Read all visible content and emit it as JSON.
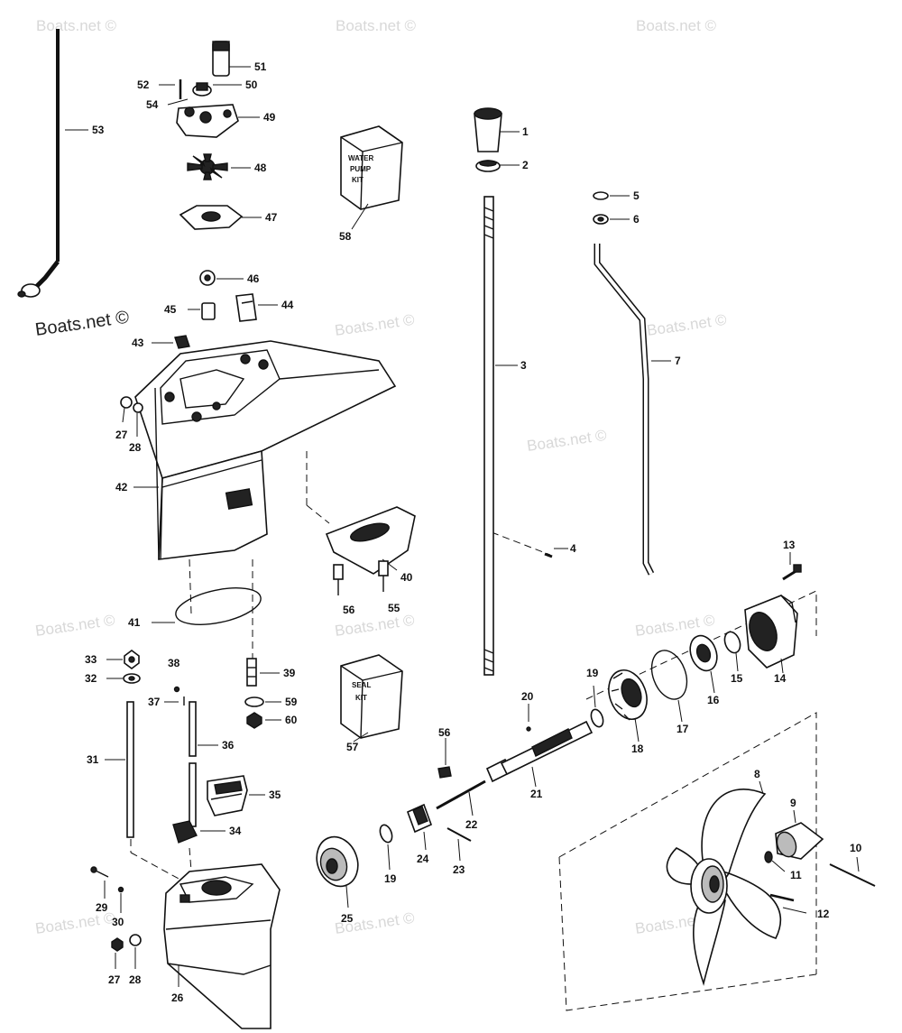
{
  "watermarks": [
    {
      "text": "Boats.net ©"
    },
    {
      "text": "Boats.net ©"
    },
    {
      "text": "Boats.net ©"
    },
    {
      "text": "Boats.net ©"
    },
    {
      "text": "Boats.net ©"
    },
    {
      "text": "Boats.net ©"
    },
    {
      "text": "Boats.net ©"
    },
    {
      "text": "Boats.net ©"
    },
    {
      "text": "Boats.net ©"
    },
    {
      "text": "Boats.net ©"
    },
    {
      "text": "Boats.net ©"
    },
    {
      "text": "Boats.net ©"
    },
    {
      "text": "Boats.net ©"
    }
  ],
  "water_pump_kit": {
    "line1": "WATER",
    "line2": "PUMP",
    "line3": "KIT"
  },
  "seal_kit": {
    "line1": "SEAL",
    "line2": "KIT"
  },
  "labels": {
    "p1": "1",
    "p2": "2",
    "p3": "3",
    "p4": "4",
    "p5": "5",
    "p6": "6",
    "p7": "7",
    "p8": "8",
    "p9": "9",
    "p10": "10",
    "p11": "11",
    "p12": "12",
    "p13": "13",
    "p14": "14",
    "p15": "15",
    "p16": "16",
    "p17": "17",
    "p18": "18",
    "p19a": "19",
    "p19b": "19",
    "p20": "20",
    "p21": "21",
    "p22": "22",
    "p23": "23",
    "p24": "24",
    "p25": "25",
    "p26": "26",
    "p27a": "27",
    "p27b": "27",
    "p28a": "28",
    "p28b": "28",
    "p29": "29",
    "p30": "30",
    "p31": "31",
    "p32": "32",
    "p33": "33",
    "p34": "34",
    "p35": "35",
    "p36": "36",
    "p37": "37",
    "p38": "38",
    "p39": "39",
    "p40": "40",
    "p41": "41",
    "p42": "42",
    "p43": "43",
    "p44": "44",
    "p45": "45",
    "p46": "46",
    "p47": "47",
    "p48": "48",
    "p49": "49",
    "p50": "50",
    "p51": "51",
    "p52": "52",
    "p53": "53",
    "p54": "54",
    "p55": "55",
    "p56a": "56",
    "p56b": "56",
    "p57": "57",
    "p58": "58",
    "p59": "59",
    "p60": "60"
  }
}
